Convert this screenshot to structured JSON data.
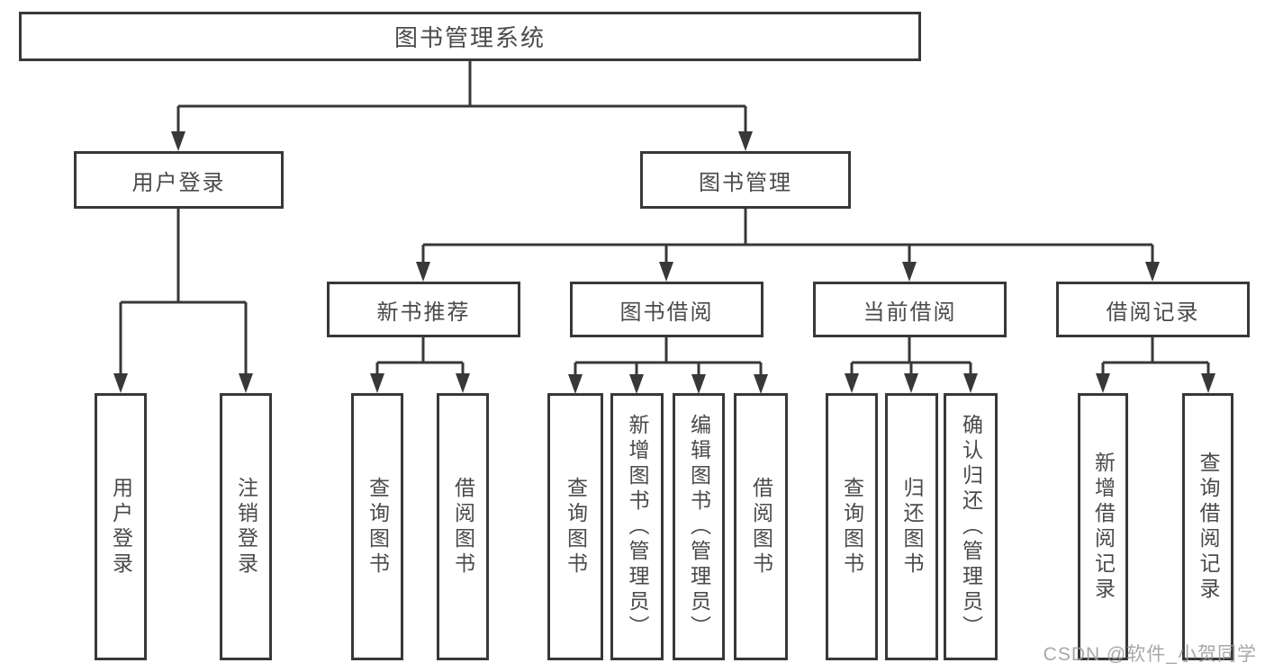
{
  "diagram": {
    "root": "图书管理系统",
    "branches": {
      "login": {
        "label": "用户登录",
        "children": {
          "user_login": "用户登录",
          "logout": "注销登录"
        }
      },
      "mgmt": {
        "label": "图书管理",
        "children": {
          "rec": {
            "label": "新书推荐",
            "children": {
              "query": "查询图书",
              "borrow": "借阅图书"
            }
          },
          "borrow": {
            "label": "图书借阅",
            "children": {
              "query": "查询图书",
              "add": "新增图书（管理员）",
              "edit": "编辑图书（管理员）",
              "borrow": "借阅图书"
            }
          },
          "current": {
            "label": "当前借阅",
            "children": {
              "query": "查询图书",
              "return": "归还图书",
              "confirm": "确认归还（管理员）"
            }
          },
          "records": {
            "label": "借阅记录",
            "children": {
              "add": "新增借阅记录",
              "query": "查询借阅记录"
            }
          }
        }
      }
    }
  },
  "watermark": "CSDN @软件_小贺同学",
  "colors": {
    "line": "#383838",
    "text": "#4a4a4a",
    "watermark": "#9e9e9e"
  }
}
